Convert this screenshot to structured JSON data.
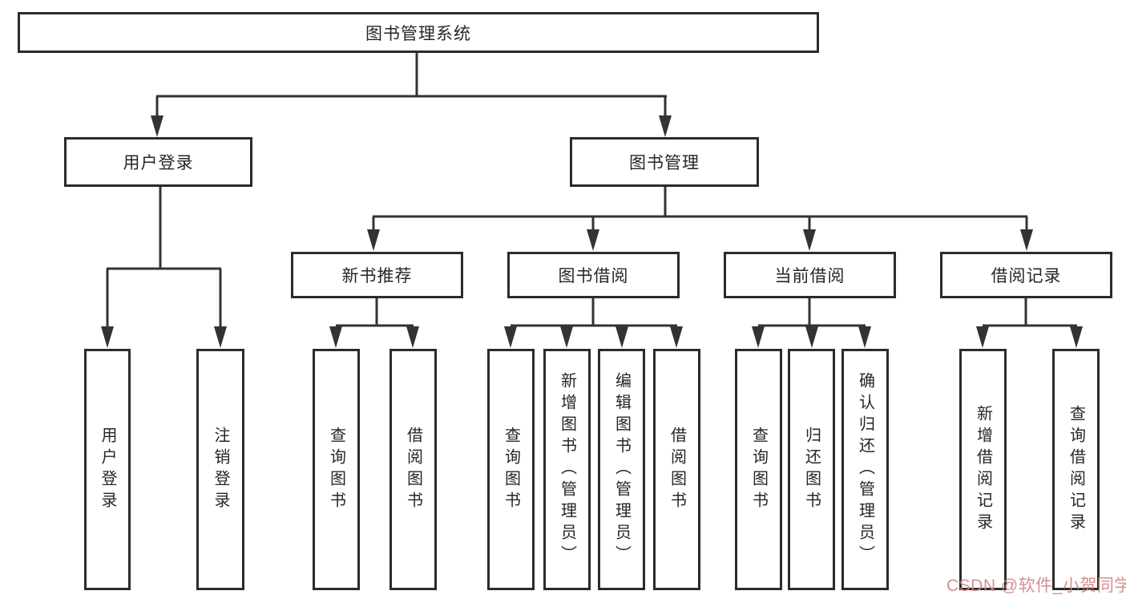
{
  "diagram": {
    "title": "图书管理系统",
    "root": {
      "label": "图书管理系统"
    },
    "branches": [
      {
        "label": "用户登录",
        "children": [
          {
            "label": "用户登录"
          },
          {
            "label": "注销登录"
          }
        ]
      },
      {
        "label": "图书管理",
        "children": [
          {
            "label": "新书推荐",
            "children": [
              {
                "label": "查询图书"
              },
              {
                "label": "借阅图书"
              }
            ]
          },
          {
            "label": "图书借阅",
            "children": [
              {
                "label": "查询图书"
              },
              {
                "label": "新增图书（管理员）"
              },
              {
                "label": "编辑图书（管理员）"
              },
              {
                "label": "借阅图书"
              }
            ]
          },
          {
            "label": "当前借阅",
            "children": [
              {
                "label": "查询图书"
              },
              {
                "label": "归还图书"
              },
              {
                "label": "确认归还（管理员）"
              }
            ]
          },
          {
            "label": "借阅记录",
            "children": [
              {
                "label": "新增借阅记录"
              },
              {
                "label": "查询借阅记录"
              }
            ]
          }
        ]
      }
    ]
  },
  "watermark": {
    "text": "CSDN @软件_小贺同学"
  },
  "colors": {
    "background": "#ffffff",
    "line": "#333333",
    "box_border": "#2b2b2b",
    "text": "#262626",
    "watermark": "#cf8787"
  }
}
